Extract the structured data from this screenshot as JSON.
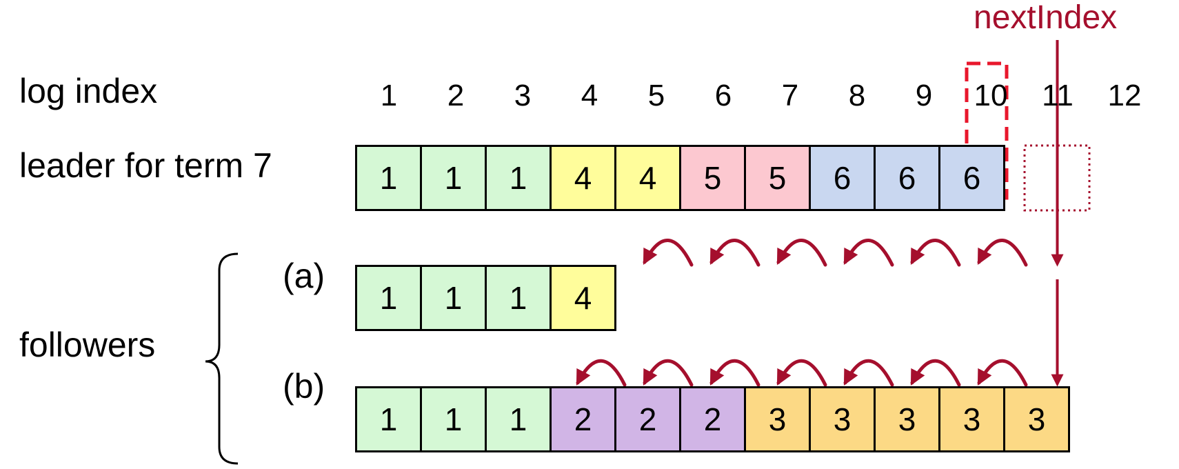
{
  "labels": {
    "log_index": "log index",
    "leader": "leader for term 7",
    "followers": "followers",
    "follower_a": "(a)",
    "follower_b": "(b)",
    "next_index": "nextIndex"
  },
  "log_indices": [
    "1",
    "2",
    "3",
    "4",
    "5",
    "6",
    "7",
    "8",
    "9",
    "10",
    "11",
    "12"
  ],
  "leader_log": [
    "1",
    "1",
    "1",
    "4",
    "4",
    "5",
    "5",
    "6",
    "6",
    "6"
  ],
  "follower_a_log": [
    "1",
    "1",
    "1",
    "4"
  ],
  "follower_b_log": [
    "1",
    "1",
    "1",
    "2",
    "2",
    "2",
    "3",
    "3",
    "3",
    "3",
    "3"
  ],
  "term_colors": {
    "1": "#d5f8d5",
    "2": "#d1b5e6",
    "3": "#fcd985",
    "4": "#fffd9b",
    "5": "#fcc8d0",
    "6": "#c9d7f0"
  },
  "accent_color": "#a50f2d",
  "highlight_color": "#e8172c"
}
